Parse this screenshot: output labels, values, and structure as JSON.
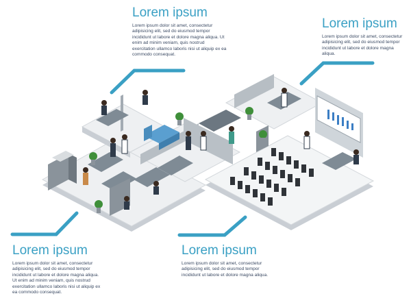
{
  "callouts": [
    {
      "title": "Lorem ipsum",
      "text": "Lorem ipsum dolor sit amet, consectetur adipisicing elit, sed do eiusmod tempor incididunt ut labore et dolore magna aliqua. Ut enim ad minim veniam, quis nostrud exercitation ullamco laboris nisi ut aliquip ex ea commodo consequat."
    },
    {
      "title": "Lorem ipsum",
      "text": "Lorem ipsum dolor sit amet, consectetur adipisicing elit, sed do eiusmod tempor incididunt ut labore et dolore magna aliqua."
    },
    {
      "title": "Lorem ipsum",
      "text": "Lorem ipsum dolor sit amet, consectetur adipisicing elit, sed do eiusmod tempor incididunt ut labore et dolore magna aliqua. Ut enim ad minim veniam, quis nostrud exercitation ullamco laboris nisi ut aliquip ex ea commodo consequat."
    },
    {
      "title": "Lorem ipsum",
      "text": "Lorem ipsum dolor sit amet, consectetur adipisicing elit, sed do eiusmod tempor incididunt ut labore et dolore magna aliqua."
    }
  ],
  "colors": {
    "accent": "#3aa0c4",
    "text": "#3b4a63",
    "floor": "#e9ecef",
    "floor_edge": "#c9ced4",
    "wall": "#9aa3ab",
    "desk": "#7f8b95",
    "chair": "#2f3338",
    "plant": "#3f8f3a",
    "sofa": "#5a9fd0",
    "screen": "#dfe8ee"
  },
  "icons": {
    "plant": "potted-plant-icon",
    "person": "office-worker-icon",
    "screen": "presentation-screen-icon"
  }
}
